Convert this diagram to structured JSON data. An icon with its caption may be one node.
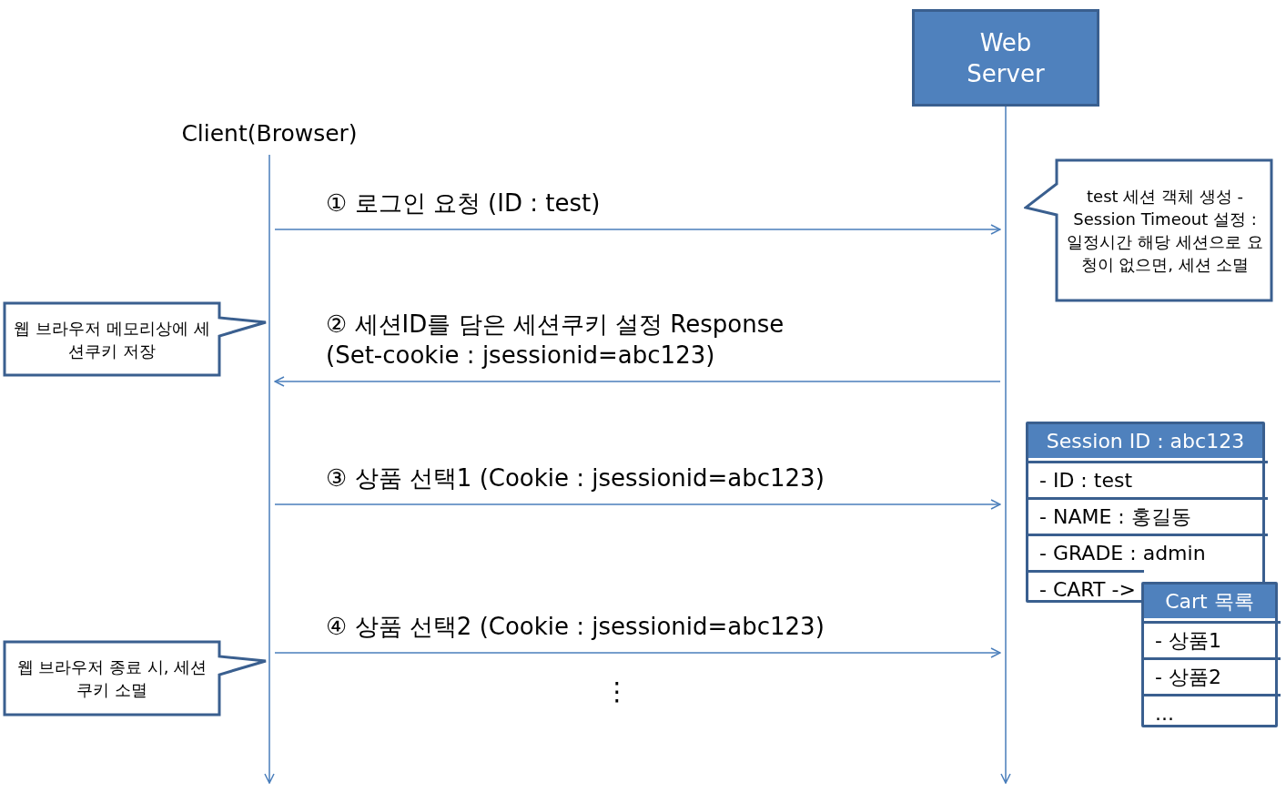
{
  "diagram": {
    "nodes": [
      {
        "text": [
          "Client(Browser)"
        ]
      },
      {
        "text": [
          "Web Server"
        ]
      },
      {
        "text": [
          "test 세션 객체 생성 - Session Timeout 설정 : 일정시간 해당 세션으로 요청이 없으면, 세션 소멸"
        ]
      },
      {
        "text": [
          "웹 브라우저 메모리상에 세션쿠키 저장"
        ]
      },
      {
        "text": [
          "웹 브라우저 종료 시, 세션쿠키 소멸"
        ]
      },
      {
        "text": [
          "Session ID : abc123"
        ]
      },
      {
        "text": [
          "- ID : test"
        ],
        "in": 5
      },
      {
        "text": [
          "- NAME : 홍길동"
        ],
        "in": 5
      },
      {
        "text": [
          "- GRADE : admin"
        ],
        "in": 5
      },
      {
        "text": [
          "- CART ->"
        ],
        "in": 5
      },
      {
        "text": [
          "Cart 목록"
        ]
      },
      {
        "text": [
          "- 상품1"
        ],
        "in": 10
      },
      {
        "text": [
          "- 상품2"
        ],
        "in": 10
      },
      {
        "text": [
          "..."
        ],
        "in": 10
      },
      {
        "text": [],
        "shape": "line"
      },
      {
        "text": [],
        "shape": "line"
      }
    ],
    "edges": [
      {
        "from": 14,
        "to": 15,
        "arrow": "to",
        "label": "① 로그인 요청 (ID : test)"
      },
      {
        "from": 15,
        "to": 14,
        "arrow": "to",
        "label": "② 세션ID를 담은 세션쿠키 설정 Response (Set-cookie : jsessionid=abc123)"
      },
      {
        "from": 14,
        "to": 15,
        "arrow": "to",
        "label": "③ 상품 선택1 (Cookie : jsessionid=abc123)"
      },
      {
        "from": 14,
        "to": 15,
        "arrow": "to",
        "label": "④ 상품 선택2 (Cookie : jsessionid=abc123)"
      }
    ],
    "labels": [
      "⋮"
    ]
  }
}
